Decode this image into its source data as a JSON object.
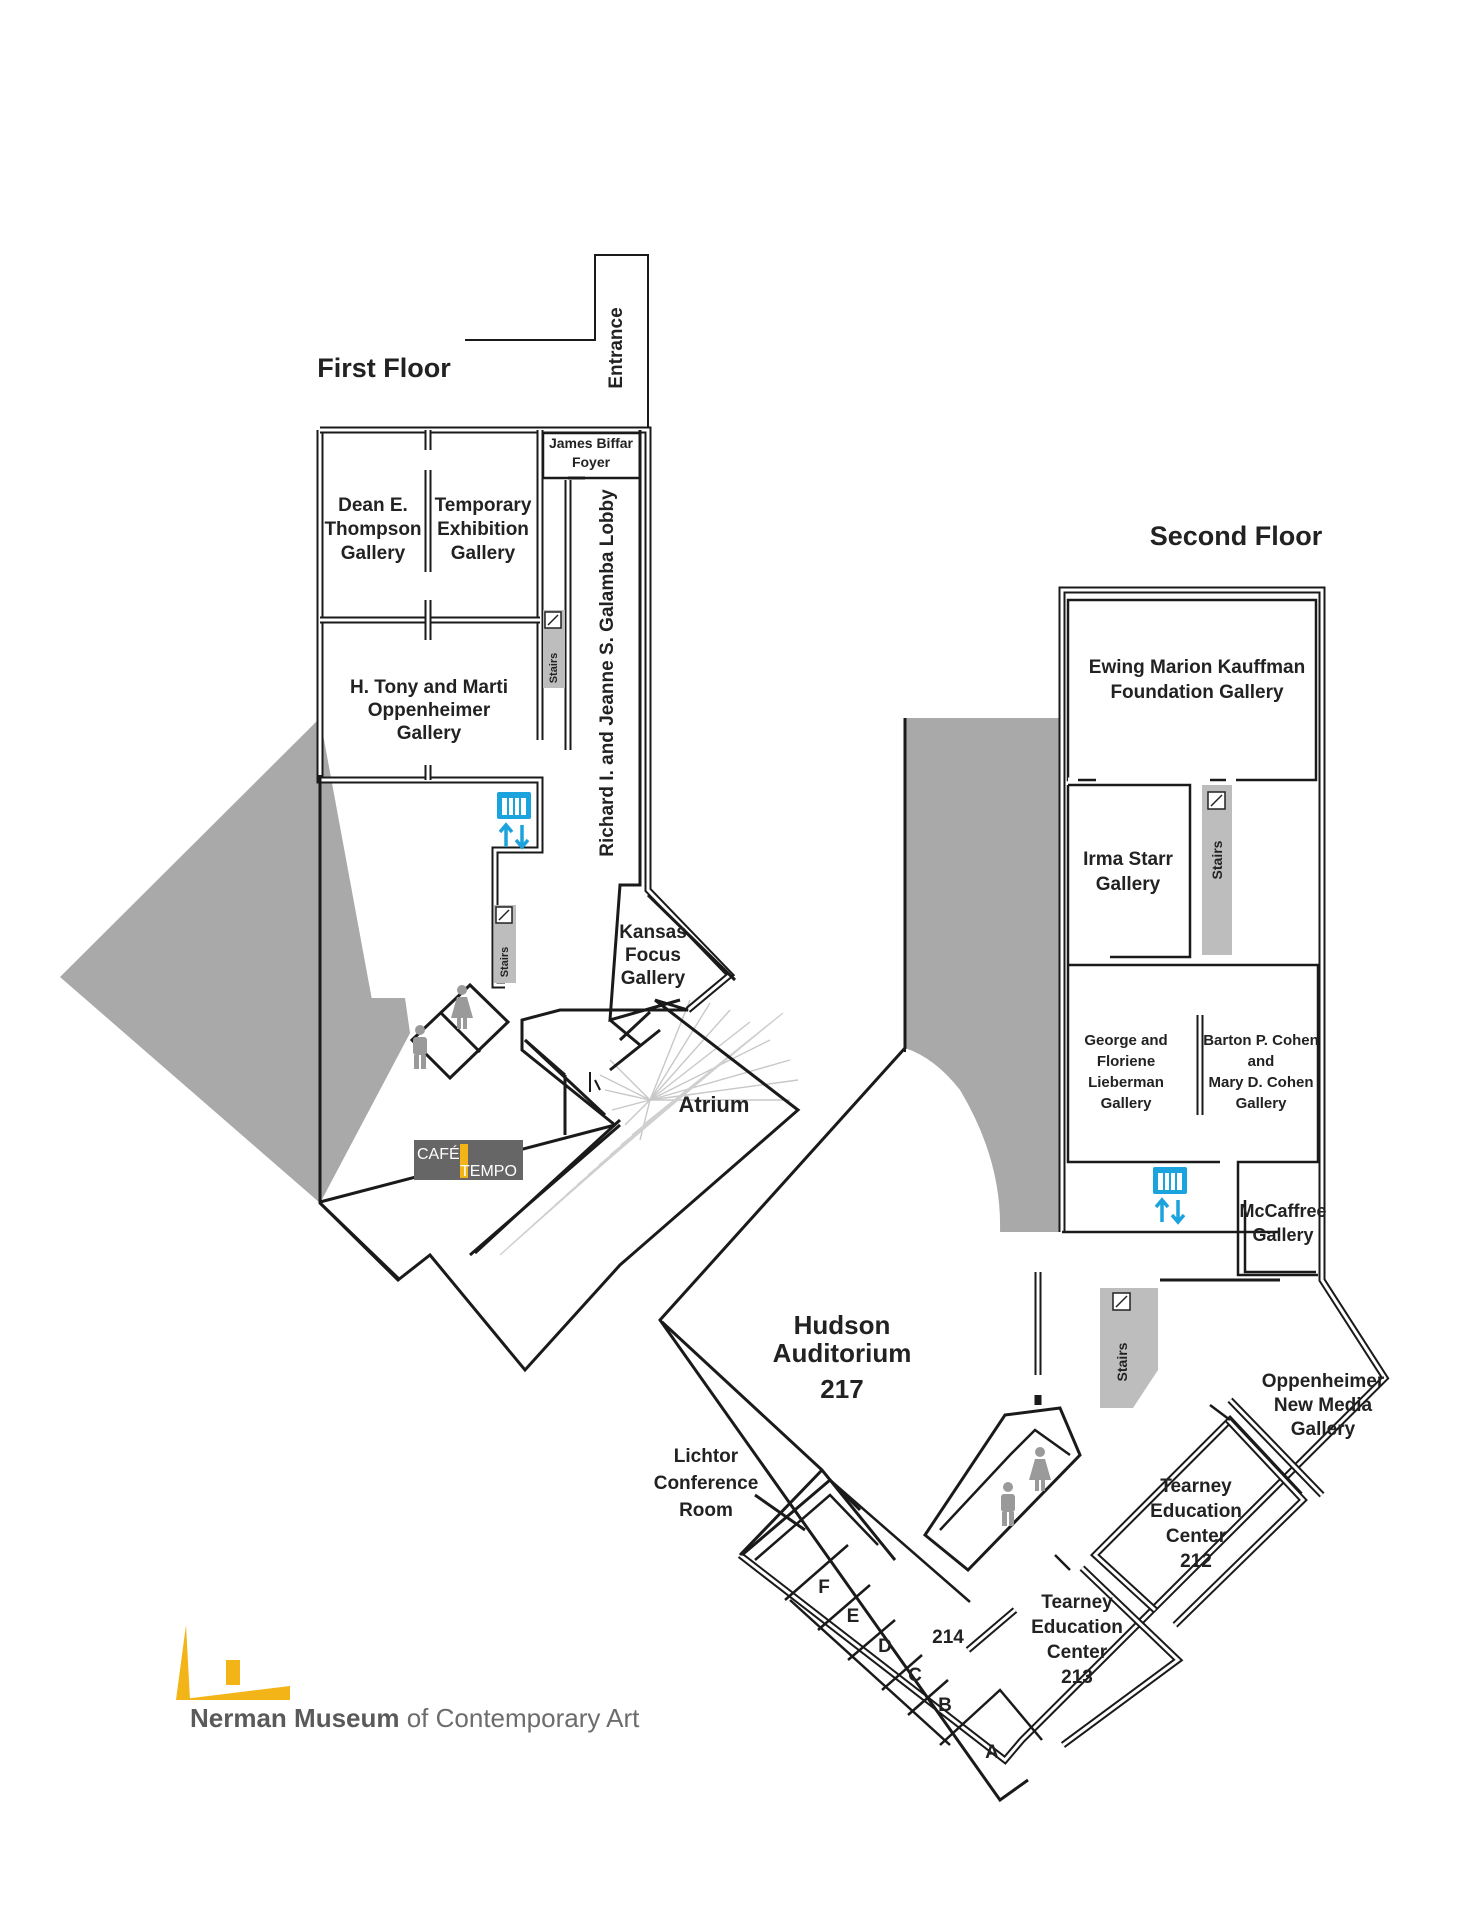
{
  "floors": {
    "first_title": "First Floor",
    "second_title": "Second Floor"
  },
  "first_floor": {
    "entrance": "Entrance",
    "foyer": [
      "James Biffar",
      "Foyer"
    ],
    "dean": [
      "Dean E.",
      "Thompson",
      "Gallery"
    ],
    "temporary": [
      "Temporary",
      "Exhibition",
      "Gallery"
    ],
    "oppenheimer": [
      "H. Tony and Marti",
      "Oppenheimer",
      "Gallery"
    ],
    "lobby": "Richard I. and Jeanne S. Galamba Lobby",
    "stairs": "Stairs",
    "kansas": [
      "Kansas",
      "Focus",
      "Gallery"
    ],
    "atrium": "Atrium",
    "cafe_top": "CAFÉ",
    "cafe_bottom": "TEMPO"
  },
  "second_floor": {
    "kauffman": [
      "Ewing Marion Kauffman",
      "Foundation Gallery"
    ],
    "irma": [
      "Irma Starr",
      "Gallery"
    ],
    "stairs": "Stairs",
    "lieberman": [
      "George and",
      "Floriene",
      "Lieberman",
      "Gallery"
    ],
    "cohen": [
      "Barton P. Cohen",
      "and",
      "Mary D. Cohen",
      "Gallery"
    ],
    "mccaffree": [
      "McCaffree",
      "Gallery"
    ],
    "hudson": [
      "Hudson",
      "Auditorium",
      "217"
    ],
    "new_media": [
      "Oppenheimer",
      "New Media",
      "Gallery"
    ],
    "tearney212": [
      "Tearney",
      "Education",
      "Center",
      "212"
    ],
    "tearney213": [
      "Tearney",
      "Education",
      "Center",
      "213"
    ],
    "lichtor": [
      "Lichtor",
      "Conference",
      "Room"
    ],
    "room_214": "214",
    "rooms": [
      "F",
      "E",
      "D",
      "C",
      "B",
      "A"
    ]
  },
  "logo": {
    "name": "Nerman Museum",
    "tagline": " of Contemporary Art",
    "accent_color": "#f2b416"
  }
}
